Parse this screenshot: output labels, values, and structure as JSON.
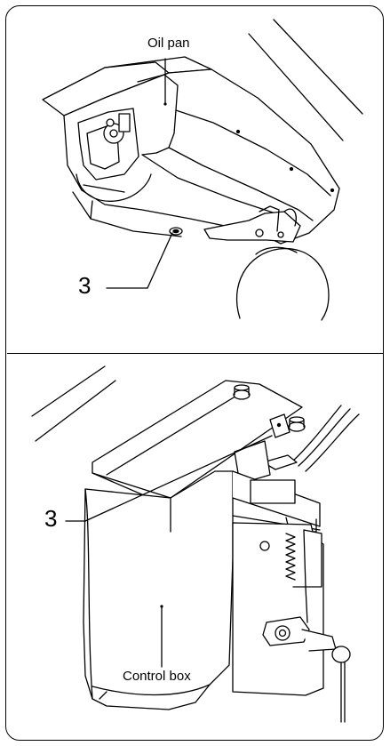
{
  "top_panel": {
    "label": "Oil pan",
    "callout": "3"
  },
  "bottom_panel": {
    "label": "Control box",
    "callout": "3"
  }
}
